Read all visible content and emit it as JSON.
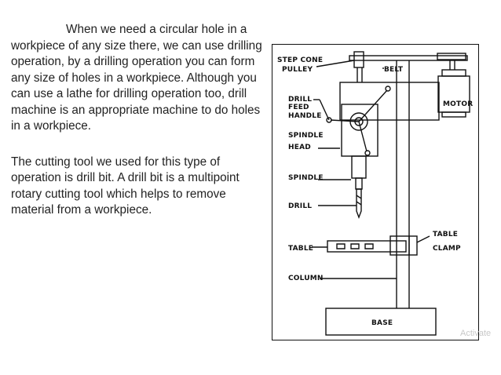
{
  "paragraphs": [
    "When we need a circular hole in a\nworkpiece of any size there, we can use drilling\noperation, by a drilling operation you can form\nany size of holes in a workpiece. Although you\ncan use a lathe for drilling operation too, drill\nmachine is an appropriate machine to do holes\nin a workpiece.",
    "The cutting tool we used for this type of\noperation is drill bit. A drill bit is a multipoint\nrotary cutting tool which helps to remove\nmaterial from a workpiece."
  ],
  "diagram": {
    "labels": {
      "step_cone_pulley_1": "STEP CONE",
      "step_cone_pulley_2": "PULLEY",
      "belt": "BELT",
      "motor": "MOTOR",
      "drill_feed_handle_1": "DRILL",
      "drill_feed_handle_2": "FEED",
      "drill_feed_handle_3": "HANDLE",
      "spindle_head_1": "SPINDLE",
      "spindle_head_2": "HEAD",
      "spindle": "SPINDLE",
      "drill": "DRILL",
      "table": "TABLE",
      "table_clamp_1": "TABLE",
      "table_clamp_2": "CLAMP",
      "column": "COLUMN",
      "base": "BASE"
    }
  },
  "watermark": "Activate"
}
